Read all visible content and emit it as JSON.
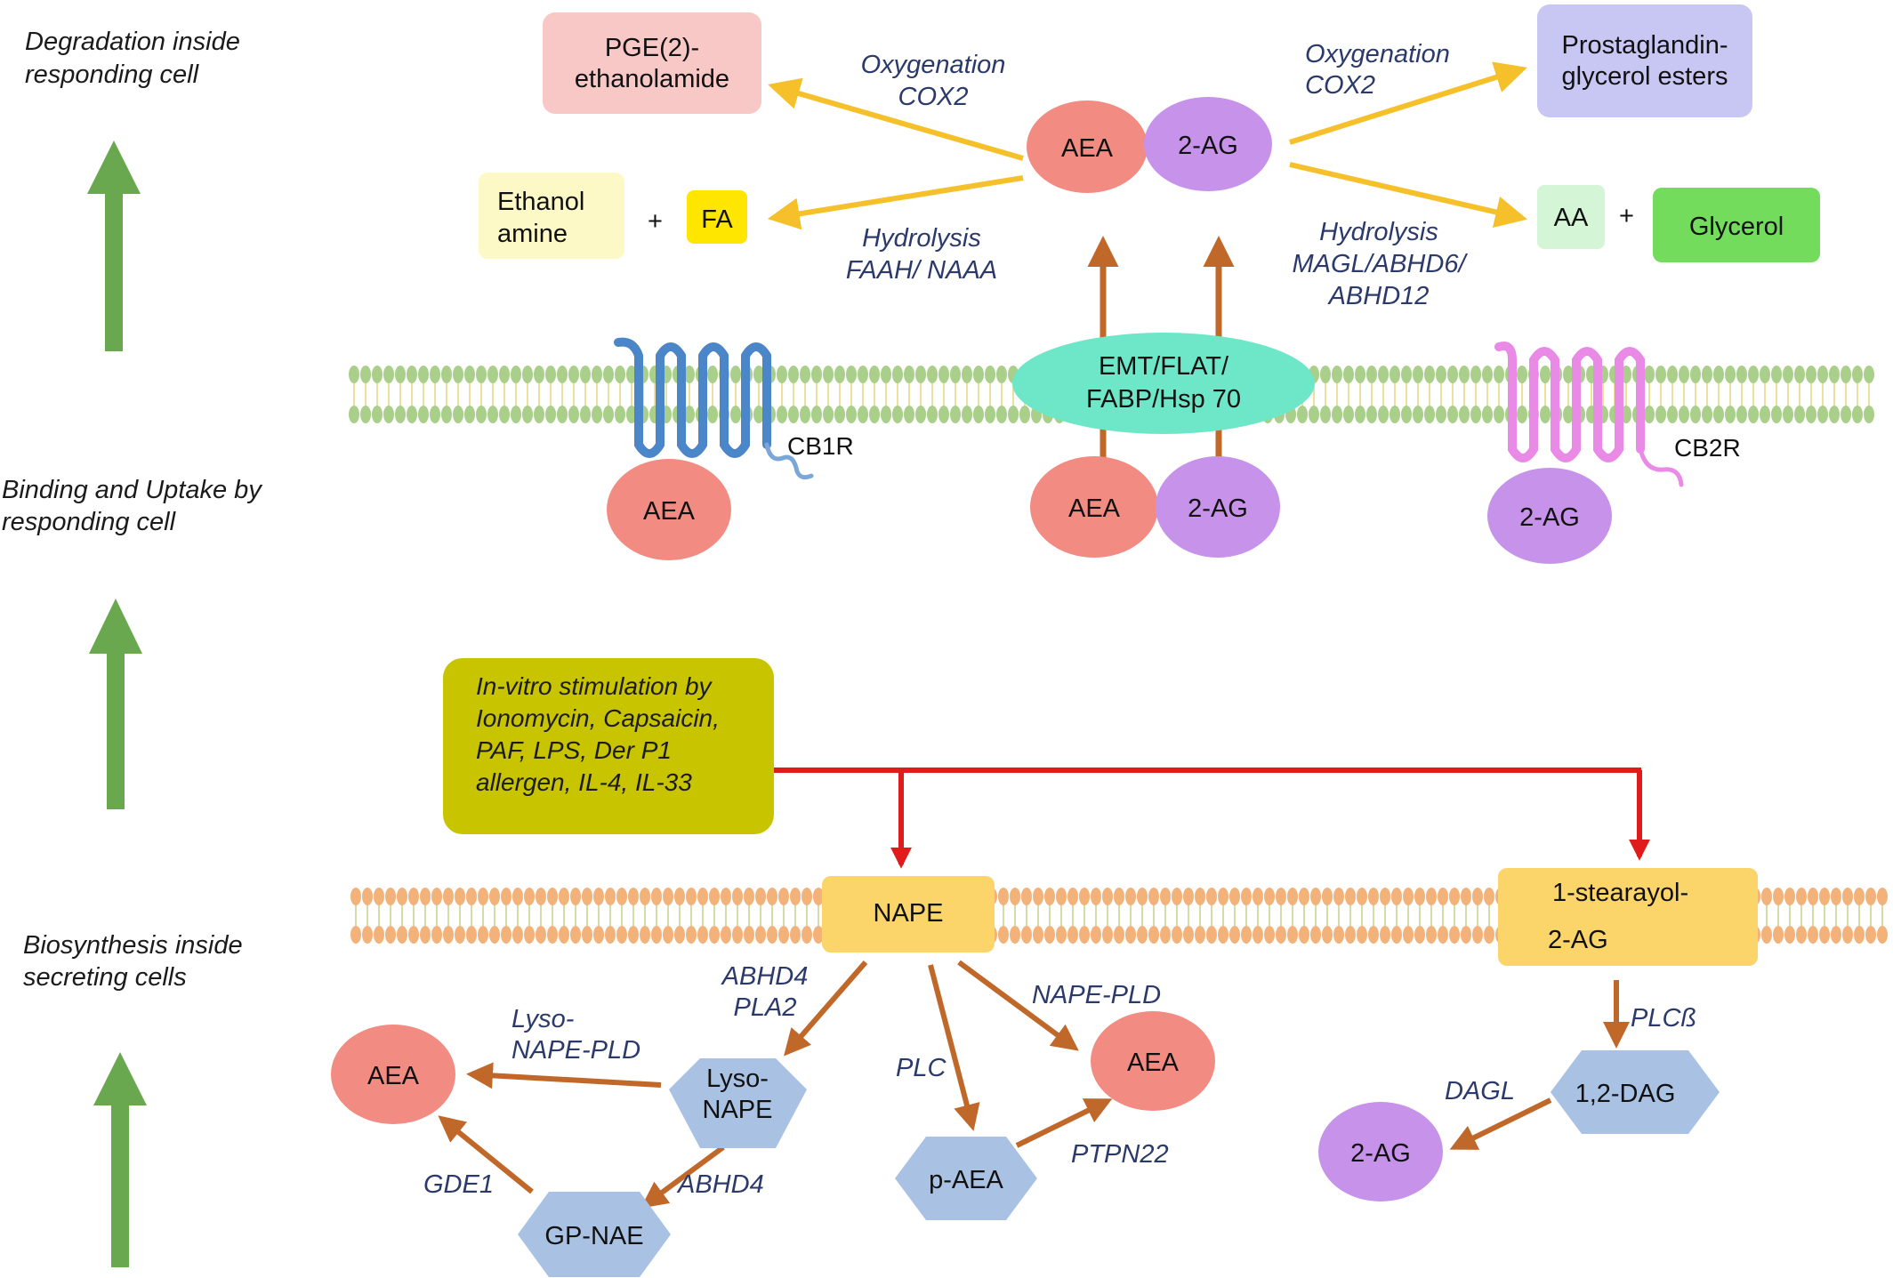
{
  "stages": {
    "degradation": [
      "Degradation inside",
      "responding cell"
    ],
    "binding": [
      "Binding and Uptake by",
      "responding cell"
    ],
    "biosynthesis": [
      "Biosynthesis inside",
      "secreting cells"
    ]
  },
  "degradation": {
    "pge2": [
      "PGE(2)-",
      "ethanolamide"
    ],
    "prostaglandin": [
      "Prostaglandin-",
      "glycerol esters"
    ],
    "ethanolamine": [
      "Ethanol",
      "amine"
    ],
    "plus_left": "+",
    "fa": "FA",
    "aa": "AA",
    "plus_right": "+",
    "glycerol": "Glycerol",
    "aea": "AEA",
    "two_ag": "2-AG",
    "oxy_left": [
      "Oxygenation",
      "COX2"
    ],
    "oxy_right": [
      "Oxygenation",
      "COX2"
    ],
    "hyd_left": [
      "Hydrolysis",
      "FAAH/ NAAA"
    ],
    "hyd_right": [
      "Hydrolysis",
      "MAGL/ABHD6/",
      "ABHD12"
    ]
  },
  "uptake": {
    "transporter": [
      "EMT/FLAT/",
      "FABP/Hsp 70"
    ],
    "cb1r": "CB1R",
    "cb2r": "CB2R",
    "aea_cb1": "AEA",
    "aea_mid": "AEA",
    "two_ag_mid": "2-AG",
    "two_ag_cb2": "2-AG"
  },
  "stimulation": [
    "In-vitro stimulation by",
    "Ionomycin, Capsaicin,",
    "PAF, LPS, Der P1",
    "allergen, IL-4, IL-33"
  ],
  "biosynthesis": {
    "nape": "NAPE",
    "stearoyl": [
      "1-stearayol-",
      "2-AG"
    ],
    "lyso_nape": [
      "Lyso-",
      "NAPE"
    ],
    "gp_nae": "GP-NAE",
    "p_aea": "p-AEA",
    "dag": "1,2-DAG",
    "aea_left": "AEA",
    "aea_right": "AEA",
    "two_ag": "2-AG",
    "enz_abhd4_pla2": [
      "ABHD4",
      "PLA2"
    ],
    "enz_lyso_nape_pld": [
      "Lyso-",
      "NAPE-PLD"
    ],
    "enz_nape_pld": "NAPE-PLD",
    "enz_plc": "PLC",
    "enz_gde1": "GDE1",
    "enz_abhd4": "ABHD4",
    "enz_ptpn22": "PTPN22",
    "enz_plcb": "PLCß",
    "enz_dagl": "DAGL"
  },
  "colors": {
    "aea": "#f28b82",
    "two_ag": "#c792ea",
    "transporter": "#6ee7c8",
    "yellow_arrow": "#f5c02a",
    "brown_arrow": "#c0682a",
    "red_arrow": "#e01b1b",
    "green_arrow": "#6aa84f",
    "hexagon": "#a9c2e4",
    "stim_box": "#c9c400",
    "cb1r": "#4a86c8",
    "cb2r": "#e98be6",
    "membrane_top": "#a9cf8a",
    "membrane_bottom": "#f2b27a"
  }
}
